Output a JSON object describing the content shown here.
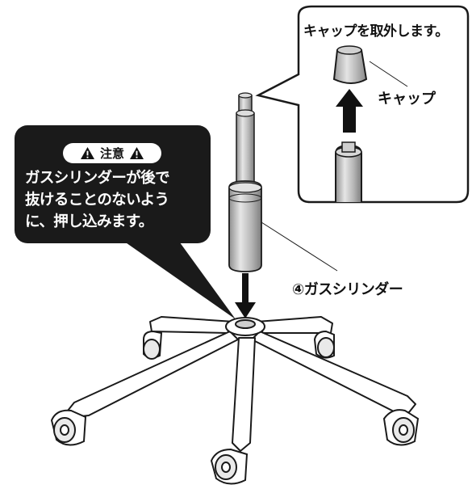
{
  "callout": {
    "title": "キャップを取外します。",
    "cap_label": "キャップ"
  },
  "part_label": "④ガスシリンダー",
  "warning": {
    "header": "注意",
    "lines": [
      "ガスシリンダーが後で",
      "抜けることのないよう",
      "に、押し込みます。"
    ]
  },
  "colors": {
    "warning_bg": "#1a1a1a",
    "part_fill": "#b8b8b8",
    "outline": "#1a1a1a"
  },
  "icons": [
    "warning-triangle-icon",
    "up-arrow-icon",
    "down-arrow-icon"
  ]
}
